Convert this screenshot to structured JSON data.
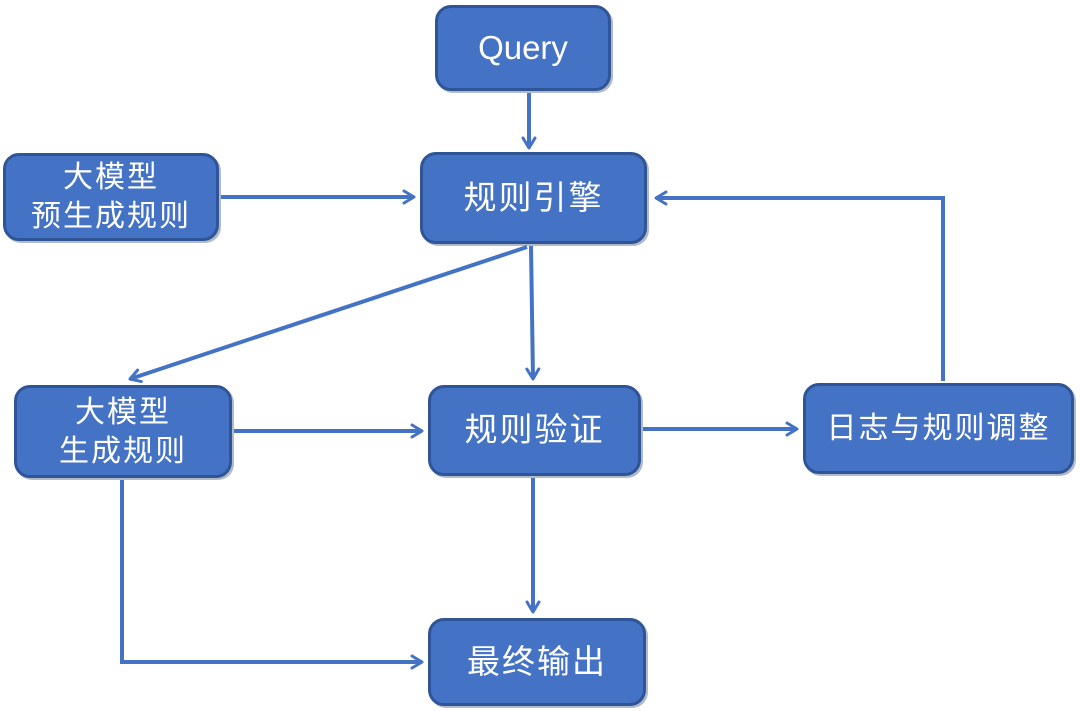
{
  "diagram": {
    "type": "flowchart",
    "colors": {
      "background": "#ffffff",
      "node_fill": "#4472C4",
      "node_border": "#2F5597",
      "edge_color": "#4472C4",
      "text_color": "#ffffff"
    },
    "nodes": {
      "query": {
        "label": "Query"
      },
      "engine": {
        "label": "规则引擎"
      },
      "pregen": {
        "line1": "大模型",
        "line2": "预生成规则"
      },
      "gen": {
        "line1": "大模型",
        "line2": "生成规则"
      },
      "validate": {
        "label": "规则验证"
      },
      "logs": {
        "label": "日志与规则调整"
      },
      "output": {
        "label": "最终输出"
      }
    },
    "edges": [
      {
        "from": "query",
        "to": "engine"
      },
      {
        "from": "pregen",
        "to": "engine"
      },
      {
        "from": "engine",
        "to": "validate"
      },
      {
        "from": "engine",
        "to": "gen"
      },
      {
        "from": "gen",
        "to": "validate"
      },
      {
        "from": "validate",
        "to": "logs"
      },
      {
        "from": "logs",
        "to": "engine"
      },
      {
        "from": "validate",
        "to": "output"
      },
      {
        "from": "gen",
        "to": "output"
      }
    ]
  }
}
